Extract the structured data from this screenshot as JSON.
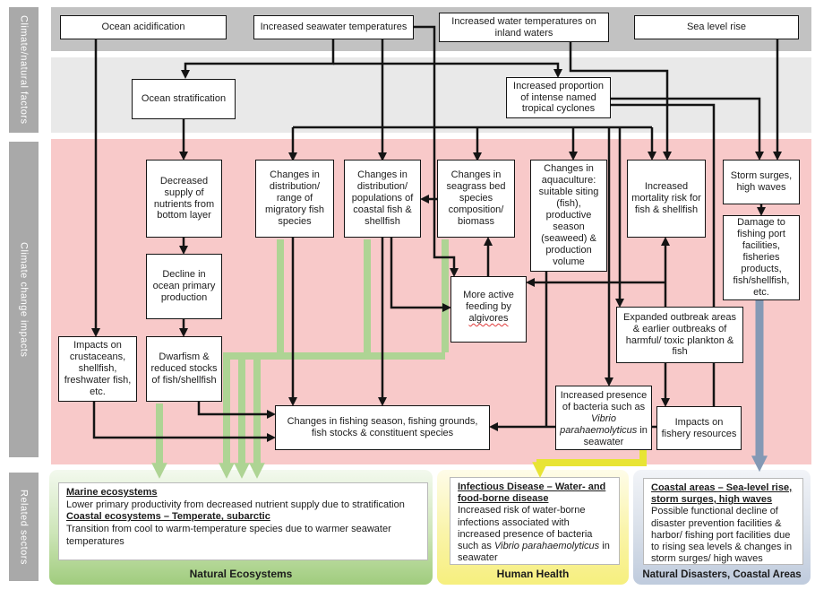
{
  "sidebar": {
    "top_label": "Climate/natural factors",
    "middle_label": "Climate change impacts",
    "bottom_label": "Related sectors"
  },
  "drivers": {
    "ocean_acidification": "Ocean acidification",
    "seawater_temps": "Increased seawater temperatures",
    "inland_waters": "Increased water temperatures on inland waters",
    "sea_level_rise": "Sea level rise",
    "ocean_stratification": "Ocean stratification",
    "tropical_cyclones": "Increased proportion of intense named tropical cyclones"
  },
  "impacts": {
    "nutrients": "Decreased supply of nutrients from bottom layer",
    "primary_production": "Decline in ocean primary production",
    "migratory_fish": "Changes in distribution/ range of migratory fish species",
    "coastal_fish": "Changes in distribution/ populations of coastal fish & shellfish",
    "seagrass": "Changes in seagrass bed species composition/ biomass",
    "aquaculture": "Changes in aquaculture: suitable siting (fish), productive season (seaweed) & production volume",
    "mortality": "Increased mortality risk for fish & shellfish",
    "storm_surges": "Storm surges, high waves",
    "damage_ports": "Damage to fishing port facilities, fisheries products, fish/shellfish, etc.",
    "crustaceans": "Impacts on crustaceans, shellfish, freshwater fish, etc.",
    "dwarfism": "Dwarfism & reduced stocks of fish/shellfish",
    "feeding_pre": "More active feeding by",
    "feeding_algivores": "algivores",
    "outbreaks": "Expanded outbreak areas & earlier outbreaks of harmful/ toxic plankton & fish",
    "bacteria_pre": "Increased presence of bacteria such as",
    "bacteria_species": "Vibrio parahaemolyticus",
    "bacteria_post": "in seawater",
    "fishery_resources": "Impacts on fishery resources",
    "fishing_season": "Changes in fishing season, fishing grounds, fish stocks & constituent species"
  },
  "sectors": {
    "natural_ecosystems": {
      "heading1": "Marine ecosystems",
      "body1": "Lower primary productivity from decreased nutrient supply due to stratification",
      "heading2": "Coastal ecosystems – Temperate, subarctic",
      "body2": "Transition from cool to warm-temperature species due to warmer seawater temperatures",
      "label": "Natural Ecosystems"
    },
    "human_health": {
      "heading": "Infectious Disease – Water- and food-borne disease",
      "body_pre": "Increased risk of water-borne infections associated with increased presence of bacteria such as",
      "body_species": "Vibrio parahaemolyticus",
      "body_post": "in seawater",
      "label": "Human Health"
    },
    "coastal_areas": {
      "heading": "Coastal areas – Sea-level rise, storm surges, high waves",
      "body": "Possible functional decline of disaster prevention facilities & harbor/ fishing port facilities due to rising sea levels & changes in storm surges/ high waves",
      "label": "Natural Disasters, Coastal Areas"
    }
  },
  "colors": {
    "band_dark": "#c2c2c2",
    "band_light": "#e9e9e9",
    "band_pink": "#f8c9c9",
    "sidebar_gray": "#a9a9a9",
    "arrow_black": "#141414",
    "arrow_green": "#aed494",
    "arrow_yellow": "#e8e435",
    "arrow_blue": "#8499b5",
    "sector_green": "#a0cc7d",
    "sector_yellow": "#f6ef7e",
    "sector_blue": "#bfcbdd"
  }
}
